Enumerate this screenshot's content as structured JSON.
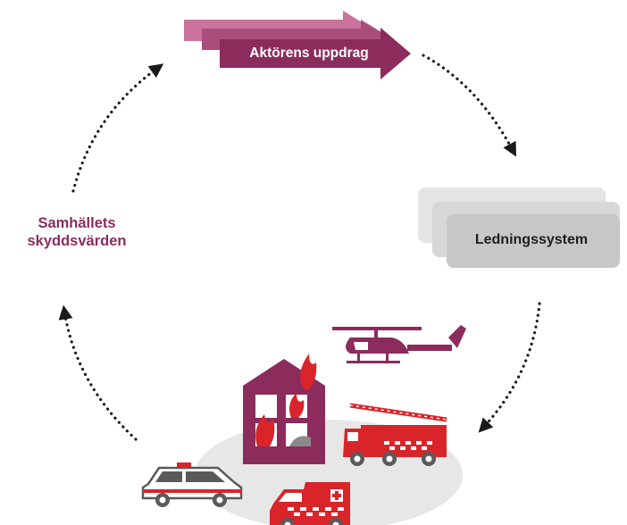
{
  "diagram": {
    "mission_label": "Aktörens uppdrag",
    "system_label": "Ledningssystem",
    "values_label_line1": "Samhällets",
    "values_label_line2": "skyddsvärden"
  },
  "colors": {
    "accent": "#8c2c5c",
    "accent_light": "#c9739c",
    "accent_mid": "#a94e7c",
    "card_light": "#e4e4e4",
    "card_mid": "#d7d7d7",
    "card_front": "#c7c7c7",
    "emergency_red": "#d9242a",
    "ground_gray": "#e7e7e7",
    "dots": "#1a1a1a"
  },
  "icons": [
    "burning-house-icon",
    "helicopter-icon",
    "fire-truck-icon",
    "police-car-icon",
    "ambulance-icon"
  ]
}
